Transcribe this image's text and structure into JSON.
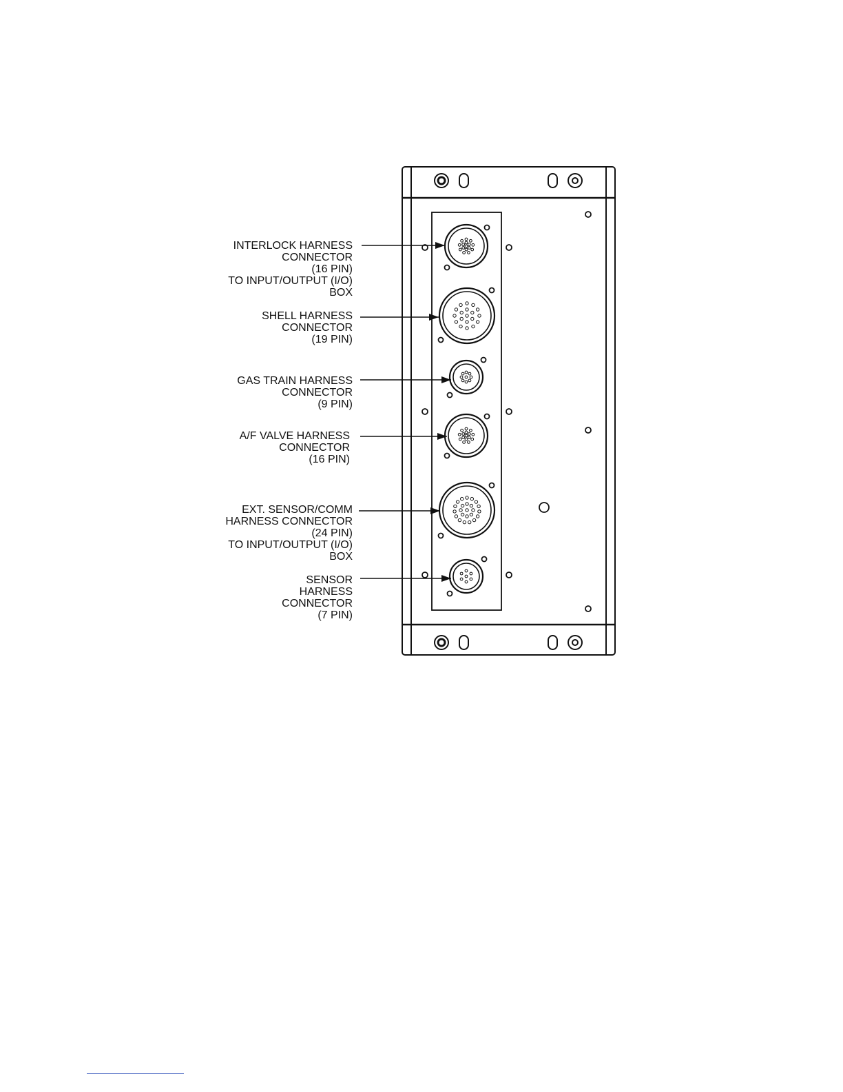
{
  "callouts": [
    {
      "id": "interlock",
      "lines": [
        "INTERLOCK  HARNESS",
        "CONNECTOR",
        "(16 PIN)",
        "TO INPUT/OUTPUT (I/O)",
        "BOX"
      ]
    },
    {
      "id": "shell",
      "lines": [
        "SHELL HARNESS",
        "CONNECTOR",
        "(19 PIN)"
      ]
    },
    {
      "id": "gas-train",
      "lines": [
        "GAS TRAIN HARNESS",
        "CONNECTOR",
        "(9 PIN)"
      ]
    },
    {
      "id": "af-valve",
      "lines": [
        "A/F VALVE HARNESS",
        "CONNECTOR",
        "(16 PIN)"
      ]
    },
    {
      "id": "ext-sensor",
      "lines": [
        "EXT. SENSOR/COMM",
        "HARNESS CONNECTOR",
        "(24 PIN)",
        "TO INPUT/OUTPUT (I/O)",
        "BOX"
      ]
    },
    {
      "id": "sensor",
      "lines": [
        "SENSOR",
        "HARNESS",
        "CONNECTOR",
        "(7 PIN)"
      ]
    }
  ],
  "colors": {
    "line": "#111111",
    "background": "#ffffff",
    "footer_rule": "#3b5bbf"
  }
}
